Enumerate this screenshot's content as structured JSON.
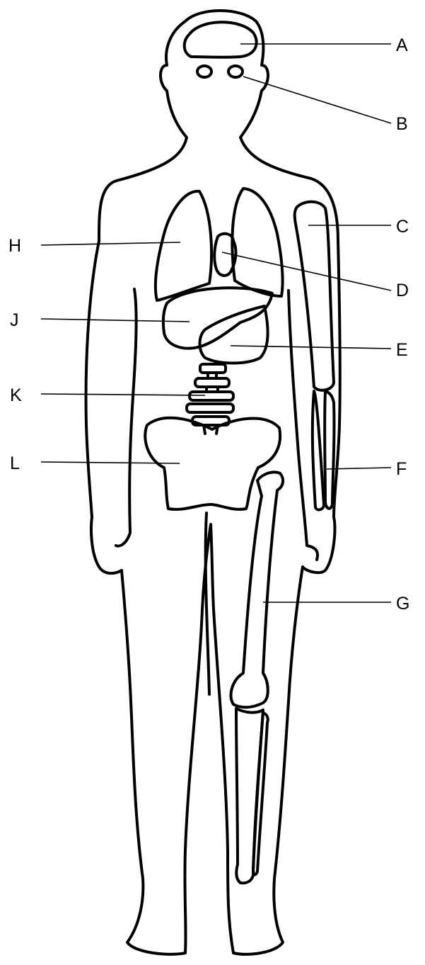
{
  "labels": {
    "A": "A",
    "B": "B",
    "C": "C",
    "D": "D",
    "E": "E",
    "F": "F",
    "G": "G",
    "H": "H",
    "J": "J",
    "K": "K",
    "L": "L"
  },
  "colors": {
    "stroke": "#000000",
    "background": "#ffffff"
  }
}
